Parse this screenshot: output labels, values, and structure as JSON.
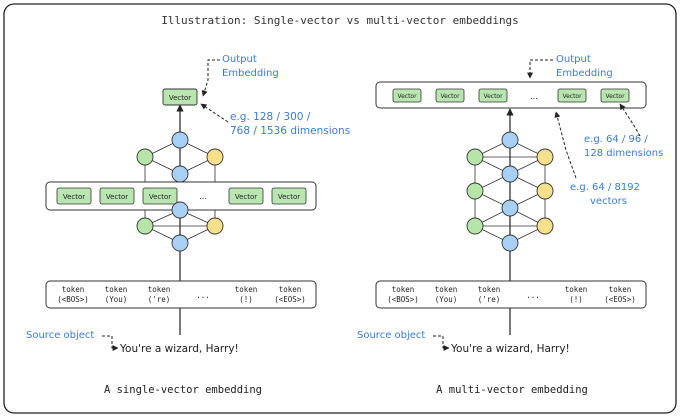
{
  "title": "Illustration: Single-vector vs multi-vector embeddings",
  "colors": {
    "accent_blue": "#3a7bd5",
    "node_blue": "#a8d0f5",
    "node_green": "#b7e4a8",
    "node_yellow": "#f7e08c",
    "vector_fill": "#b9e6b0",
    "frame": "#222222"
  },
  "left": {
    "caption": "A single-vector embedding",
    "output_label_1": "Output",
    "output_label_2": "Embedding",
    "output_vector": "Vector",
    "dims_line_1": "e.g. 128 / 300 /",
    "dims_line_2": "768 / 1536 dimensions",
    "layer_vectors": [
      "Vector",
      "Vector",
      "Vector",
      "...",
      "Vector",
      "Vector"
    ],
    "tokens": [
      {
        "top": "token",
        "bottom": "(<BOS>)"
      },
      {
        "top": "token",
        "bottom": "(You)"
      },
      {
        "top": "token",
        "bottom": "('re)"
      },
      {
        "top": "",
        "bottom": "..."
      },
      {
        "top": "token",
        "bottom": "(!)"
      },
      {
        "top": "token",
        "bottom": "(<EOS>)"
      }
    ],
    "source_label": "Source object",
    "source_text": "You're a wizard, Harry!"
  },
  "right": {
    "caption": "A multi-vector embedding",
    "output_label_1": "Output",
    "output_label_2": "Embedding",
    "output_vectors": [
      "Vector",
      "Vector",
      "Vector",
      "...",
      "Vector",
      "Vector"
    ],
    "dims_line_1": "e.g. 64 / 96 /",
    "dims_line_2": "128 dimensions",
    "count_line_1": "e.g. 64 / 8192",
    "count_line_2": "vectors",
    "tokens": [
      {
        "top": "token",
        "bottom": "(<BOS>)"
      },
      {
        "top": "token",
        "bottom": "(You)"
      },
      {
        "top": "token",
        "bottom": "('re)"
      },
      {
        "top": "",
        "bottom": "..."
      },
      {
        "top": "token",
        "bottom": "(!)"
      },
      {
        "top": "token",
        "bottom": "(<EOS>)"
      }
    ],
    "source_label": "Source object",
    "source_text": "You're a wizard, Harry!"
  }
}
